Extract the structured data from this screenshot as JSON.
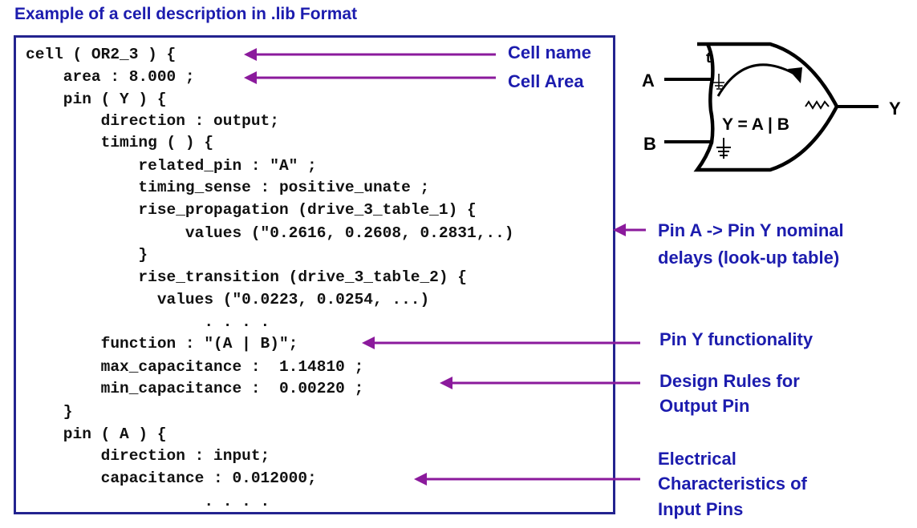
{
  "title": "Example of a cell description in .lib Format",
  "code_lines": [
    "cell ( OR2_3 ) {",
    "    area : 8.000 ;",
    "    pin ( Y ) {",
    "        direction : output;",
    "        timing ( ) {",
    "            related_pin : \"A\" ;",
    "            timing_sense : positive_unate ;",
    "            rise_propagation (drive_3_table_1) {",
    "                 values (\"0.2616, 0.2608, 0.2831,..)",
    "            }",
    "            rise_transition (drive_3_table_2) {",
    "              values (\"0.0223, 0.0254, ...)",
    "                   . . . .",
    "        function : \"(A | B)\";",
    "        max_capacitance :  1.14810 ;",
    "        min_capacitance :  0.00220 ;",
    "    }",
    "    pin ( A ) {",
    "        direction : input;",
    "        capacitance : 0.012000;",
    "                   . . . ."
  ],
  "annotations": {
    "cell_name": "Cell name",
    "cell_area": "Cell Area",
    "pin_delay_1": "Pin A -> Pin Y nominal",
    "pin_delay_2": "delays (look-up table)",
    "pin_y_func": "Pin Y functionality",
    "design_rules_1": "Design Rules for",
    "design_rules_2": "Output Pin",
    "electrical_1": "Electrical",
    "electrical_2": "Characteristics of",
    "electrical_3": "Input Pins"
  },
  "gate": {
    "input_a": "A",
    "input_b": "B",
    "output_y": "Y",
    "equation": "Y = A | B",
    "t_label": "t"
  },
  "colors": {
    "title_blue": "#1c1cae",
    "arrow_purple": "#8b1a9c",
    "box_border": "#23238f"
  }
}
